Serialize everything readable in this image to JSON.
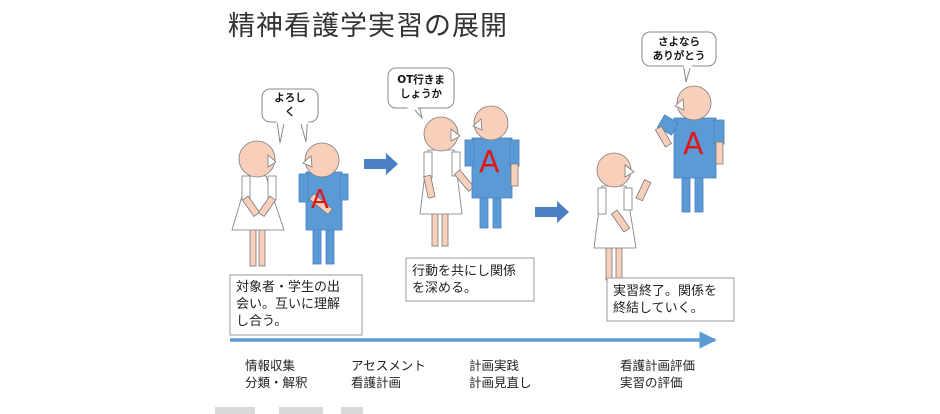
{
  "title": "精神看護学実習の展開",
  "speech": {
    "hello": [
      "よろし",
      "く"
    ],
    "ot": [
      "OT行きま",
      "しょうか"
    ],
    "bye": [
      "さよなら",
      "ありがとう"
    ]
  },
  "figure_letter": "A",
  "captions": {
    "meet": "対象者・学生の出\n会い。互いに理解\nし合う。",
    "together": "行動を共にし関係\nを深める。",
    "end": "実習終了。関係を\n終結していく。"
  },
  "phases": [
    [
      "情報収集",
      "分類・解釈"
    ],
    [
      "アセスメント",
      "看護計画"
    ],
    [
      "計画実践",
      "計画見直し"
    ],
    [
      "看護計画評価",
      "実習の評価"
    ]
  ],
  "colors": {
    "patient_blue": "#5b9bd5",
    "patient_letter": "#e0161a",
    "skin": "#f7cfbb",
    "outline": "#7a7a7a",
    "arrow": "#4a7fc1",
    "timeline": "#5b9bd5"
  }
}
